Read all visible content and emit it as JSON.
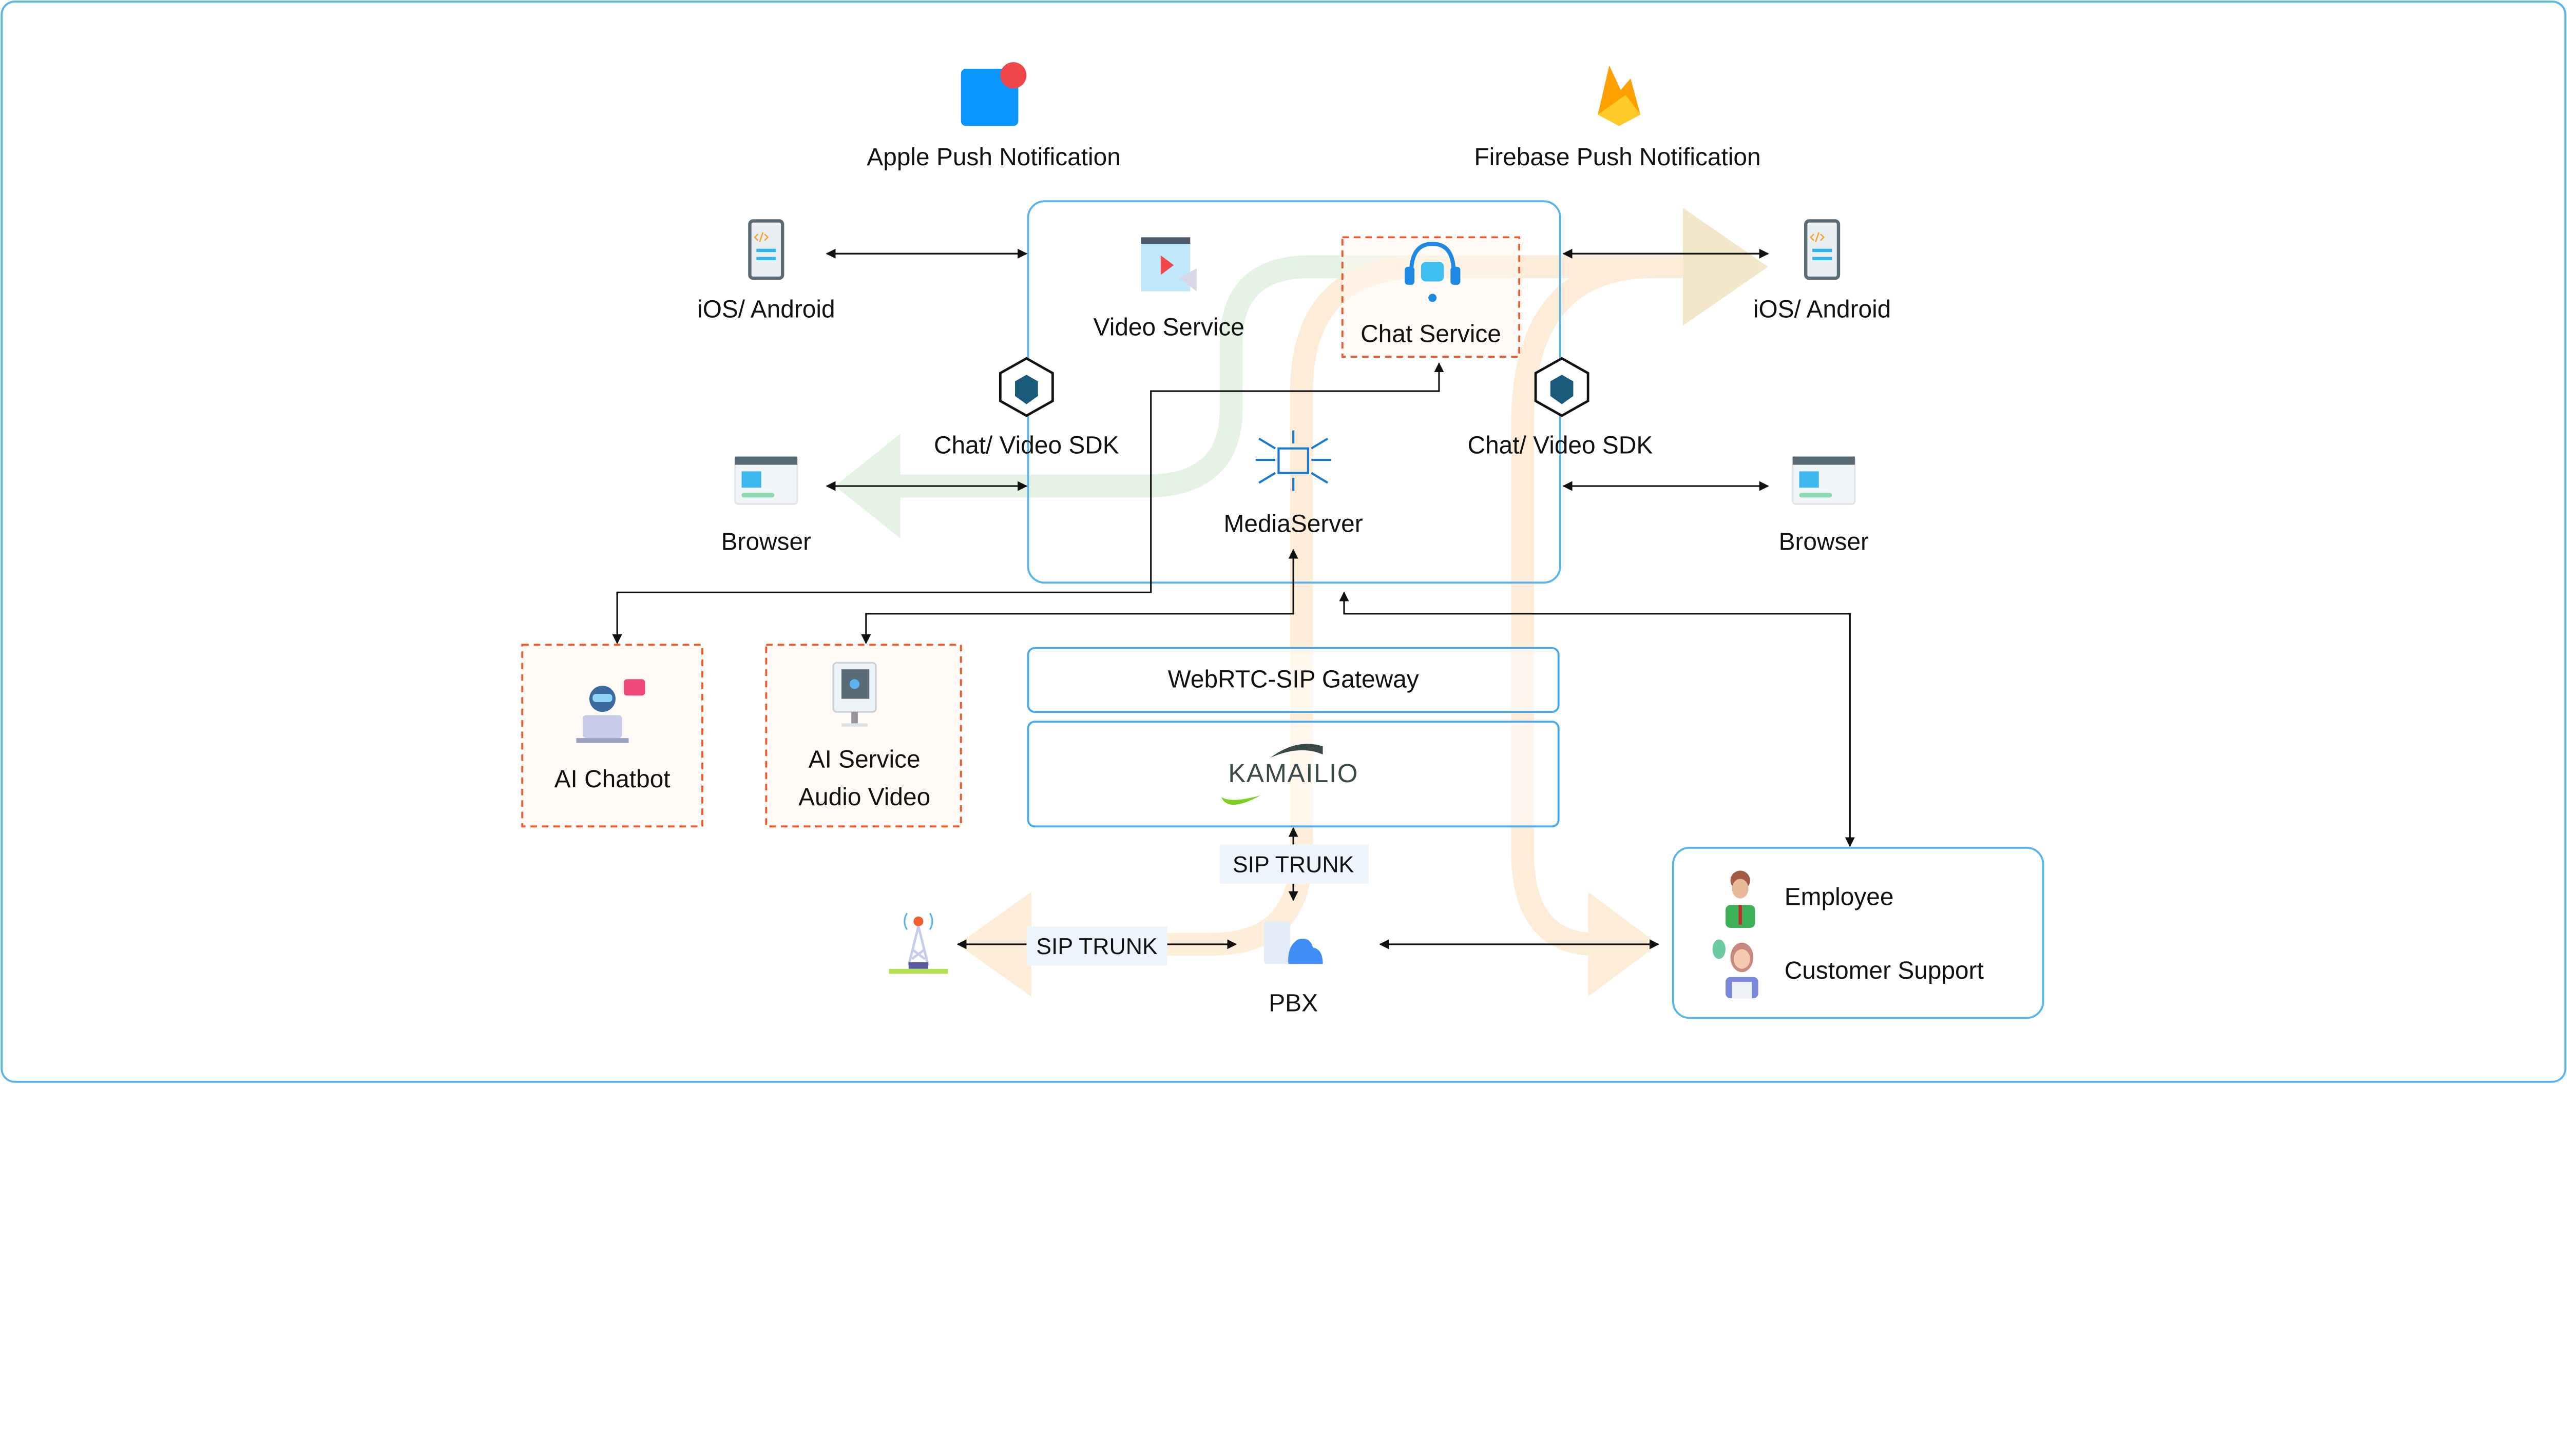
{
  "top": {
    "apple_push": "Apple Push Notification",
    "firebase_push": "Firebase Push Notification"
  },
  "clients": {
    "left_mobile": "iOS/ Android",
    "right_mobile": "iOS/ Android",
    "left_browser": "Browser",
    "right_browser": "Browser",
    "left_sdk": "Chat/ Video SDK",
    "right_sdk": "Chat/ Video SDK"
  },
  "core": {
    "video_service": "Video Service",
    "chat_service": "Chat Service",
    "media_server": "MediaServer"
  },
  "ai": {
    "chatbot": "AI Chatbot",
    "service_line1": "AI Service",
    "service_line2": "Audio Video"
  },
  "gateway": {
    "webrtc_sip": "WebRTC-SIP Gateway",
    "kamailio": "KAMAILIO",
    "sip_trunk_vertical": "SIP TRUNK",
    "sip_trunk_horizontal": "SIP TRUNK",
    "pbx": "PBX"
  },
  "people": {
    "employee": "Employee",
    "customer_support": "Customer Support"
  },
  "colors": {
    "box_border": "#4aa8ee",
    "dashed_border": "#f0582a",
    "green_flow": "#dcefdc",
    "orange_flow": "#fde8cc",
    "apple_blue": "#0a95ff",
    "notification_red": "#f0484a"
  }
}
